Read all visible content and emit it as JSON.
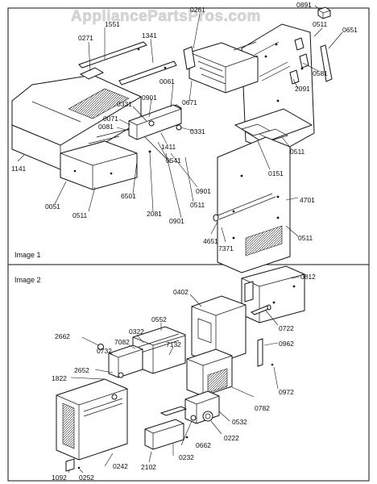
{
  "watermark": "AppliancePartsPros.com",
  "sections": [
    {
      "caption": "Image 1",
      "labels": [
        "0891",
        "0261",
        "0511",
        "0651",
        "1551",
        "1341",
        "0271",
        "0581",
        "2091",
        "0061",
        "0671",
        "0901",
        "0331",
        "0071",
        "0081",
        "0331",
        "1411",
        "0511",
        "0151",
        "0541",
        "1141",
        "0051",
        "0511",
        "6501",
        "2081",
        "0901",
        "0901",
        "0511",
        "4701",
        "4651",
        "7371",
        "0511"
      ]
    },
    {
      "caption": "Image 2",
      "labels": [
        "0812",
        "0402",
        "0722",
        "0552",
        "0322",
        "2662",
        "0732",
        "7082",
        "7132",
        "0962",
        "2652",
        "1822",
        "0972",
        "0782",
        "0532",
        "0222",
        "0662",
        "0232",
        "0242",
        "2102",
        "1092",
        "0252"
      ]
    }
  ]
}
